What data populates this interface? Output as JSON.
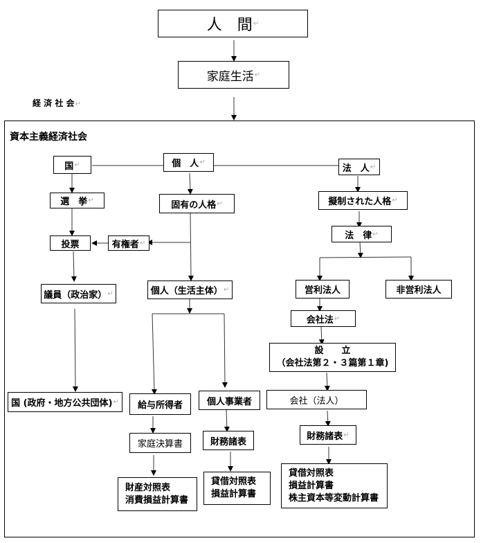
{
  "title": "人　間",
  "family_life": "家庭生活",
  "economic_society_label": "経 済 社 会",
  "capitalist_society_label": "資本主義経済社会",
  "para_mark": "↵",
  "nodes": {
    "country": "国",
    "individual": "個　人",
    "corporation": "法　人",
    "election": "選　挙",
    "inherent_personality": "固有の人格",
    "fictitious_personality": "擬制された人格",
    "vote": "投票",
    "voter": "有権者",
    "law": "法　律",
    "legislator": "議員（政治家）",
    "individual_life_subject": "個人（生活主体）",
    "for_profit": "営利法人",
    "non_profit": "非営利法人",
    "companies_act": "会社法",
    "incorporation": [
      "設　　立",
      "（会社法第２・３篇第１章)"
    ],
    "government": "国 (政府・地方公共団体)",
    "salary_earner": "給与所得者",
    "sole_proprietor": "個人事業者",
    "company": "会社（法人）",
    "household_statement": "家庭決算書",
    "fs_proprietor": "財務諸表",
    "fs_company": "財務諸表",
    "household_reports": [
      "財産対照表",
      "消費損益計算書"
    ],
    "proprietor_reports": [
      "貸借対照表",
      "損益計算書"
    ],
    "company_reports": [
      "貸借対照表",
      "損益計算書",
      "株主資本等変動計算書"
    ]
  }
}
